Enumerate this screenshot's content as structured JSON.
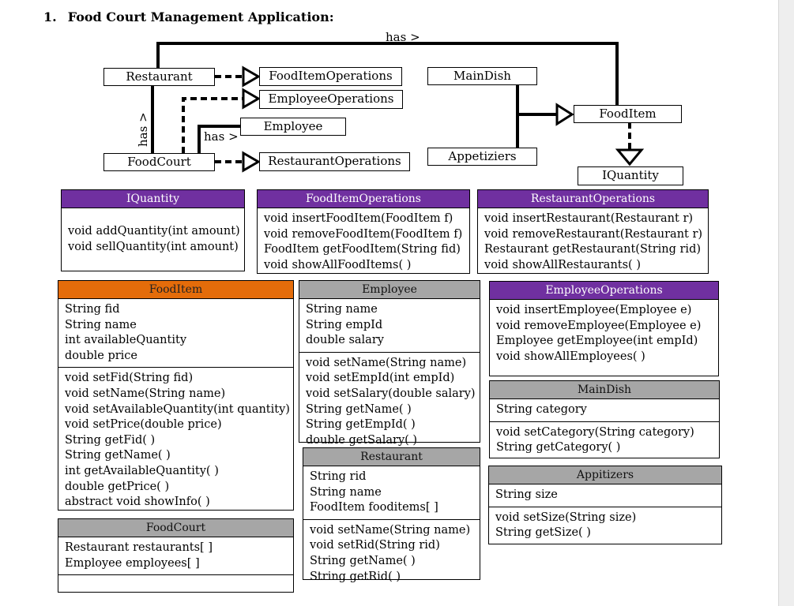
{
  "heading": {
    "number": "1.",
    "title": "Food Court Management Application:"
  },
  "diagram": {
    "relations": {
      "has_top": "has >",
      "has_left": "has >",
      "has_mid": "has >"
    },
    "boxes": {
      "restaurant": "Restaurant",
      "food_item_operations": "FoodItemOperations",
      "employee_operations": "EmployeeOperations",
      "employee": "Employee",
      "food_court": "FoodCourt",
      "restaurant_operations": "RestaurantOperations",
      "main_dish": "MainDish",
      "appetizers": "Appetiziers",
      "food_item": "FoodItem",
      "iquantity": "IQuantity"
    }
  },
  "classes": {
    "iquantity": {
      "name": "IQuantity",
      "methods": [
        "void addQuantity(int amount)",
        "void sellQuantity(int amount)"
      ]
    },
    "food_item_operations": {
      "name": "FoodItemOperations",
      "methods": [
        "void insertFoodItem(FoodItem f)",
        "void removeFoodItem(FoodItem f)",
        "FoodItem getFoodItem(String fid)",
        "void showAllFoodItems( )"
      ]
    },
    "restaurant_operations": {
      "name": "RestaurantOperations",
      "methods": [
        "void insertRestaurant(Restaurant r)",
        "void removeRestaurant(Restaurant r)",
        "Restaurant getRestaurant(String rid)",
        "void showAllRestaurants( )"
      ]
    },
    "food_item": {
      "name": "FoodItem",
      "fields": [
        "String fid",
        "String name",
        "int availableQuantity",
        "double price"
      ],
      "methods": [
        "void setFid(String fid)",
        "void setName(String name)",
        "void setAvailableQuantity(int quantity)",
        "void setPrice(double price)",
        "String getFid( )",
        "String getName( )",
        "int getAvailableQuantity( )",
        "double getPrice( )",
        "abstract void showInfo( )"
      ]
    },
    "employee": {
      "name": "Employee",
      "fields": [
        "String name",
        "String empId",
        "double salary"
      ],
      "methods": [
        "void setName(String name)",
        "void setEmpId(int empId)",
        "void setSalary(double salary)",
        "String getName( )",
        "String getEmpId( )",
        "double getSalary( )"
      ]
    },
    "employee_operations": {
      "name": "EmployeeOperations",
      "methods": [
        "void insertEmployee(Employee e)",
        "void removeEmployee(Employee e)",
        "Employee getEmployee(int empId)",
        "void showAllEmployees( )"
      ]
    },
    "main_dish": {
      "name": "MainDish",
      "fields": [
        "String category"
      ],
      "methods": [
        "void setCategory(String category)",
        "String getCategory( )"
      ]
    },
    "restaurant": {
      "name": "Restaurant",
      "fields": [
        "String rid",
        "String name",
        "FoodItem fooditems[ ]"
      ],
      "methods": [
        "void setName(String name)",
        "void setRid(String rid)",
        "String getName( )",
        "String getRid( )"
      ]
    },
    "appetizers": {
      "name": "Appitizers",
      "fields": [
        "String size"
      ],
      "methods": [
        "void setSize(String size)",
        "String getSize( )"
      ]
    },
    "food_court": {
      "name": "FoodCourt",
      "fields": [
        "Restaurant restaurants[ ]",
        "Employee employees[ ]"
      ],
      "methods": []
    }
  },
  "colors": {
    "interface_header": "#7030a0",
    "abstract_header": "#e46c0a",
    "class_header": "#a6a6a6"
  }
}
